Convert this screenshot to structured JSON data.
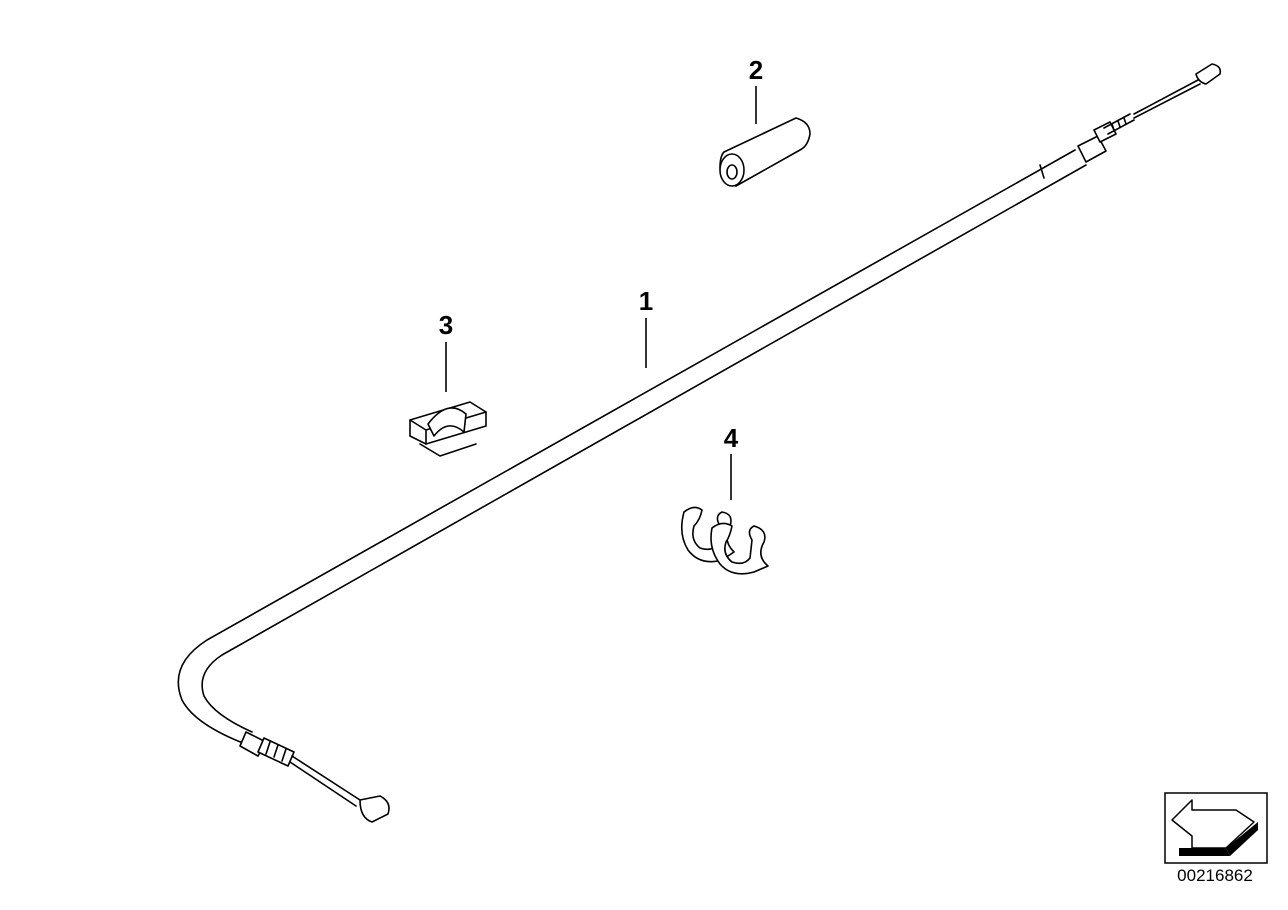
{
  "callouts": [
    {
      "id": "1",
      "label": "1",
      "part": "cable"
    },
    {
      "id": "2",
      "label": "2",
      "part": "rubber-sleeve"
    },
    {
      "id": "3",
      "label": "3",
      "part": "cable-clip"
    },
    {
      "id": "4",
      "label": "4",
      "part": "double-cable-clip"
    }
  ],
  "diagram_id": "00216862",
  "icons": {
    "nav": "arrow-down-left-icon"
  },
  "colors": {
    "line": "#000000",
    "background": "#ffffff"
  }
}
